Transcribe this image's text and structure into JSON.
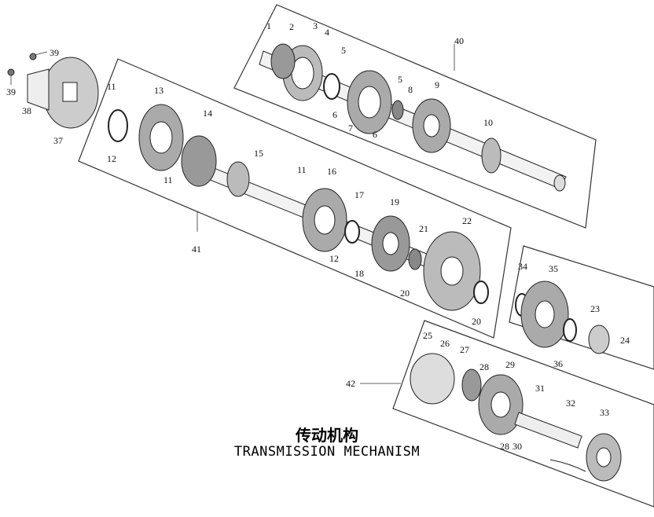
{
  "title_cn": "传动机构",
  "title_en": "TRANSMISSION MECHANISM",
  "part_labels": [
    "1",
    "2",
    "3",
    "4",
    "5",
    "5",
    "6",
    "6",
    "7",
    "8",
    "9",
    "10",
    "11",
    "11",
    "11",
    "12",
    "12",
    "13",
    "14",
    "15",
    "16",
    "17",
    "18",
    "19",
    "20",
    "20",
    "21",
    "22",
    "23",
    "24",
    "25",
    "26",
    "27",
    "28",
    "28",
    "29",
    "30",
    "31",
    "32",
    "33",
    "34",
    "35",
    "36",
    "37",
    "38",
    "39",
    "39",
    "40",
    "41",
    "42"
  ]
}
